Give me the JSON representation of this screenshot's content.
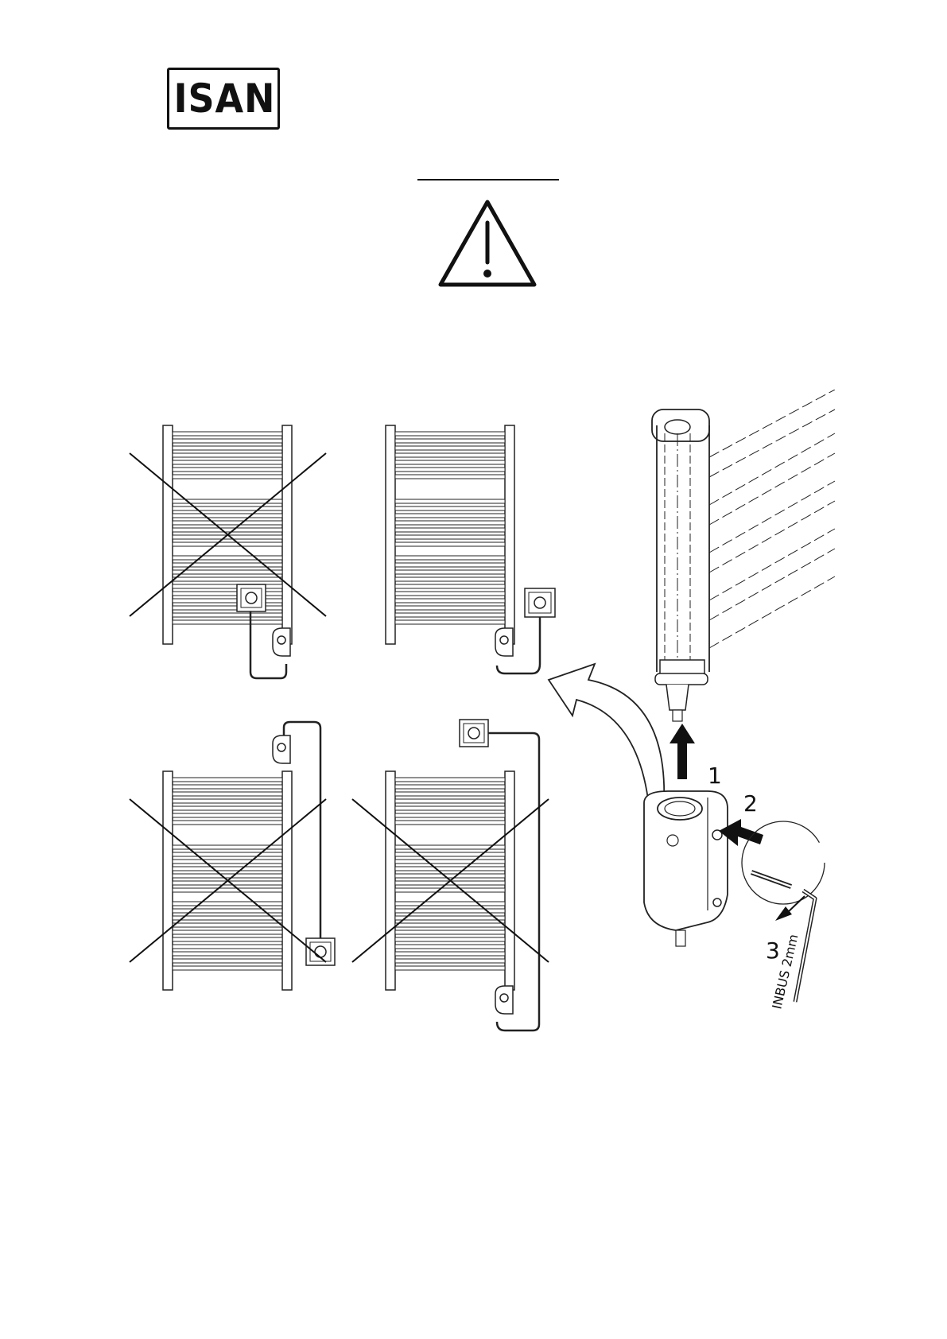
{
  "logo": {
    "text": "ISAN"
  },
  "steps": {
    "s1": "1",
    "s2": "2",
    "s3": "3"
  },
  "tool_label": "INBUS 2mm"
}
